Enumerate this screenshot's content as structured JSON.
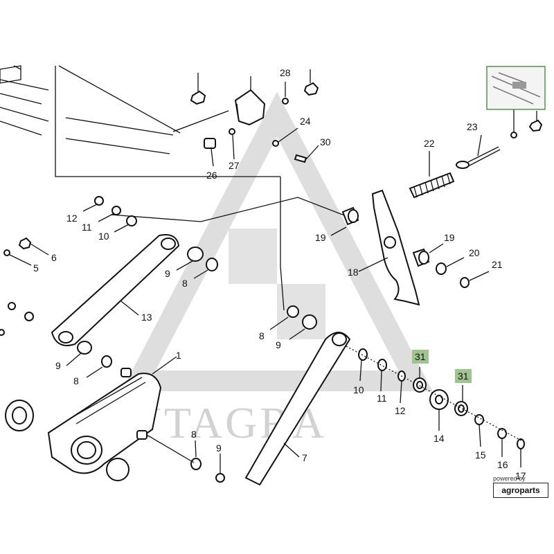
{
  "watermark": {
    "text": "LYTAGRA"
  },
  "labels": {
    "p28": "28",
    "p24": "24",
    "p30": "30",
    "p26": "26",
    "p27": "27",
    "p23": "23",
    "p22": "22",
    "p12a": "12",
    "p11a": "11",
    "p10a": "10",
    "p6": "6",
    "p5": "5",
    "p19a": "19",
    "p19b": "19",
    "p18": "18",
    "p20": "20",
    "p21": "21",
    "p9a": "9",
    "p8a": "8",
    "p13": "13",
    "p8b": "8",
    "p9b": "9",
    "p9c": "9",
    "p8c": "8",
    "p1": "1",
    "p10b": "10",
    "p11b": "11",
    "p12b": "12",
    "p31a": "31",
    "p31b": "31",
    "p14": "14",
    "p15": "15",
    "p16": "16",
    "p17": "17",
    "p7": "7",
    "p8d": "8",
    "p9d": "9"
  },
  "highlight_color": "#9fc490",
  "badge": {
    "powered_by": "powered by",
    "brand": "agroparts"
  }
}
